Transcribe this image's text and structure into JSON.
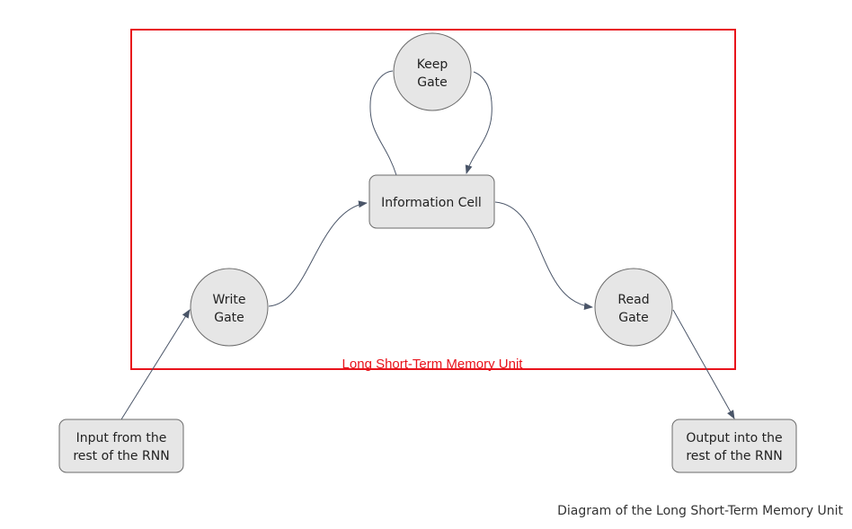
{
  "diagram": {
    "boundary": {
      "label": "Long Short-Term Memory Unit",
      "color": "#e8141c"
    },
    "node_fill": "#e6e6e6",
    "node_stroke": "#6b6b6b",
    "arrow_color": "#4a5568",
    "nodes": {
      "keep_gate": {
        "line1": "Keep",
        "line2": "Gate"
      },
      "write_gate": {
        "line1": "Write",
        "line2": "Gate"
      },
      "read_gate": {
        "line1": "Read",
        "line2": "Gate"
      },
      "information_cell": {
        "label": "Information Cell"
      },
      "input": {
        "line1": "Input from the",
        "line2": "rest of the RNN"
      },
      "output": {
        "line1": "Output into the",
        "line2": "rest of the RNN"
      }
    }
  },
  "caption": "Diagram of the Long Short-Term Memory Unit"
}
